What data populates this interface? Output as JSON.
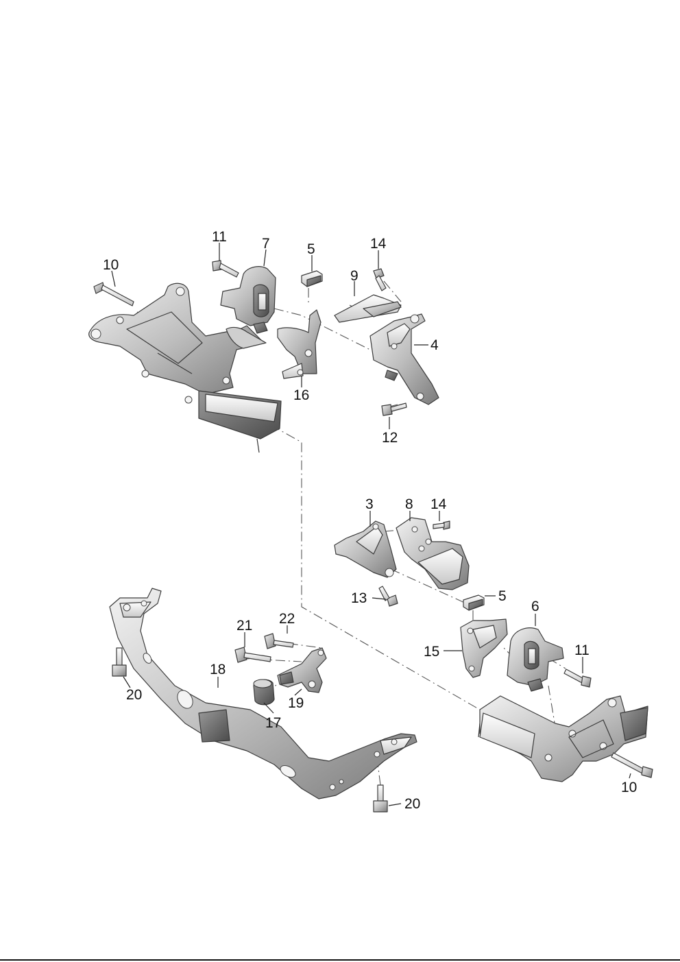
{
  "diagram": {
    "callouts": {
      "c10a": "10",
      "c11a": "11",
      "c7": "7",
      "c5a": "5",
      "c14a": "14",
      "c9": "9",
      "c4": "4",
      "c16": "16",
      "c12": "12",
      "c3": "3",
      "c8": "8",
      "c14b": "14",
      "c13": "13",
      "c5b": "5",
      "c6": "6",
      "c15": "15",
      "c11b": "11",
      "c10b": "10",
      "c21": "21",
      "c22": "22",
      "c18": "18",
      "c19": "19",
      "c17": "17",
      "c20a": "20",
      "c20b": "20"
    }
  }
}
